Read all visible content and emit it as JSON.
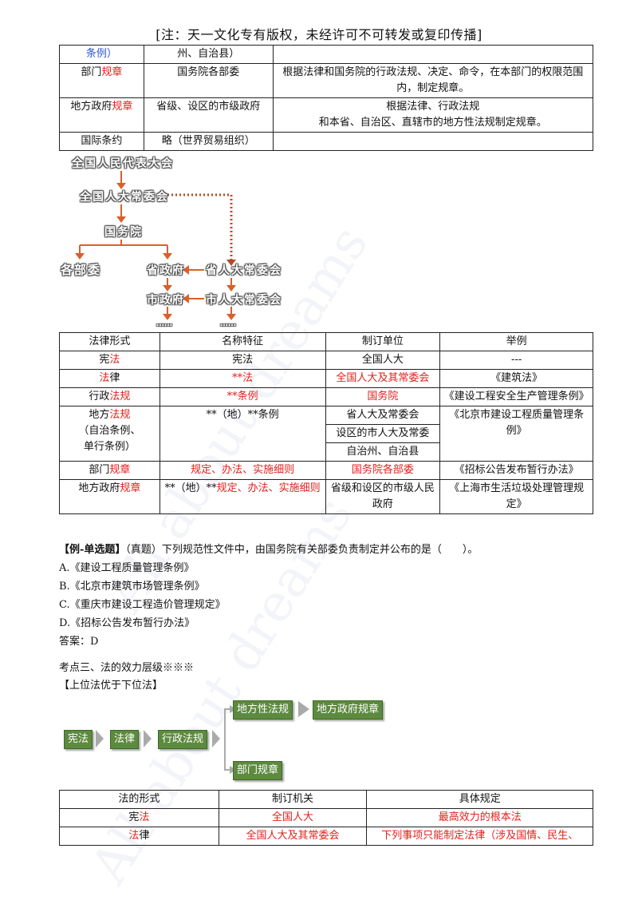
{
  "header": "[注：天一文化专有版权，未经许可不可转发或复印传播]",
  "watermark": "All about dreams",
  "table1": {
    "row0": {
      "c1": "条例）",
      "c2": "州、自治县）",
      "c3": ""
    },
    "row1": {
      "c1a": "部门",
      "c1b": "规章",
      "c2": "国务院各部委",
      "c3": "根据法律和国务院的行政法规、决定、命令，在本部门的权限范围内，制定规章。"
    },
    "row2": {
      "c1a": "地方政府",
      "c1b": "规章",
      "c2": "省级、设区的市级政府",
      "c3a": "根据法律、行政法规",
      "c3b": "和本省、自治区、直辖市的地方性法规制定规章。"
    },
    "row3": {
      "c1": "国际条约",
      "c2": "略（世界贸易组织）",
      "c3": ""
    }
  },
  "hierarchy": {
    "npc": "全国人民代表大会",
    "npcsc": "全国人大常委会",
    "state_council": "国务院",
    "ministries": "各部委",
    "prov_gov": "省政府",
    "prov_pc": "省人大常委会",
    "city_gov": "市政府",
    "city_pc": "市人大常委会",
    "dots1": "……",
    "dots2": "……"
  },
  "table2": {
    "headers": [
      "法律形式",
      "名称特征",
      "制订单位",
      "举例"
    ],
    "r1": {
      "a1": "宪",
      "a2": "法",
      "b": "宪法",
      "c": "全国人大",
      "d": "---"
    },
    "r2": {
      "a1": "法",
      "a2": "律",
      "b": "**法",
      "c": "全国人大及其常委会",
      "d": "《建筑法》"
    },
    "r3": {
      "a1": "行政",
      "a2": "法规",
      "b": "**条例",
      "c": "国务院",
      "d": "《建设工程安全生产管理条例》"
    },
    "r4": {
      "a1": "地方",
      "a2": "法规",
      "a3": "（自治条例、",
      "a4": "单行条例）",
      "b": "**（地）**条例",
      "c1": "省人大及常委会",
      "c2": "设区的市人大及常委",
      "c3": "自治州、自治县",
      "d": "《北京市建设工程质量管理条例》"
    },
    "r5": {
      "a1": "部门",
      "a2": "规章",
      "b": "规定、办法、实施细则",
      "c": "国务院各部委",
      "d": "《招标公告发布暂行办法》"
    },
    "r6": {
      "a1": "地方政府",
      "a2": "规章",
      "b1": "**（地）**",
      "b2": "规定、办法、实施细则",
      "c": "省级和设区的市级人民政府",
      "d": "《上海市生活垃圾处理管理规定》"
    }
  },
  "question": {
    "title_a": "【例-单选题】",
    "title_b": "（真题）下列规范性文件中，由国务院有关部委负责制定并公布的是（　　）。",
    "a": "A.《建设工程质量管理条例》",
    "b": "B.《北京市建筑市场管理条例》",
    "c": "C.《重庆市建设工程造价管理规定》",
    "d": "D.《招标公告发布暂行办法》",
    "answer": "答案：D"
  },
  "section": {
    "title": "考点三、法的效力层级※※※",
    "subtitle": "【上位法优于下位法】"
  },
  "flow2": {
    "xianfa": "宪法",
    "falv": "法律",
    "xingzheng": "行政法规",
    "difangxing": "地方性法规",
    "difangzhengfu": "地方政府规章",
    "bumen": "部门规章"
  },
  "table3": {
    "headers": [
      "法的形式",
      "制订机关",
      "具体规定"
    ],
    "r1": {
      "a1": "宪",
      "a2": "法",
      "b": "全国人大",
      "c": "最高效力的根本法"
    },
    "r2": {
      "a1": "法",
      "a2": "律",
      "b": "全国人大及其常委会",
      "c": "下列事项只能制定法律（涉及国情、民生、"
    }
  }
}
